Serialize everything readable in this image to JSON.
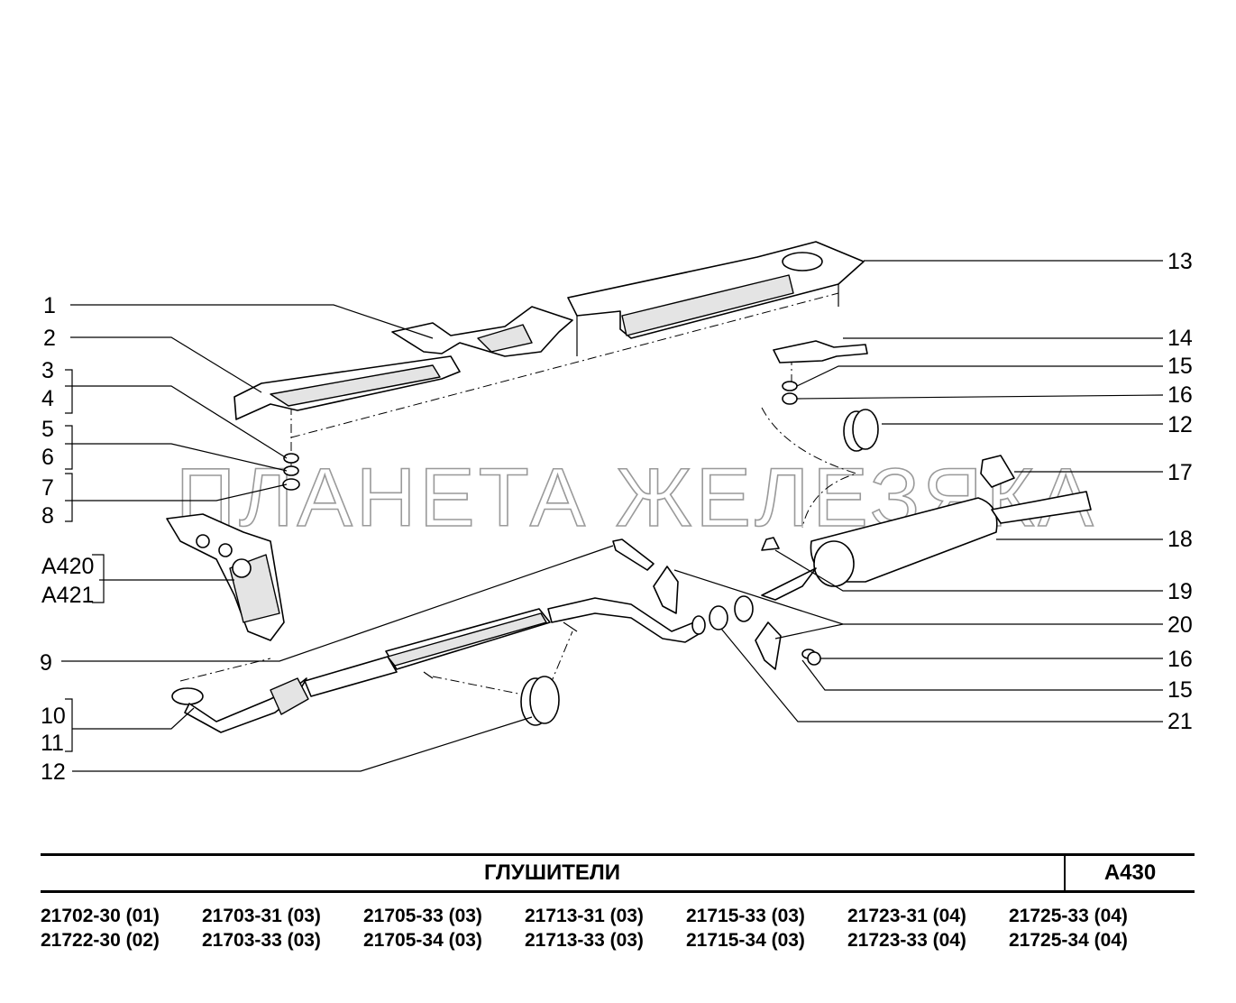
{
  "watermark": "ПЛАНЕТА ЖЕЛЕЗЯКА",
  "callouts": {
    "c1": "1",
    "c2": "2",
    "c3": "3",
    "c4": "4",
    "c5": "5",
    "c6": "6",
    "c7": "7",
    "c8": "8",
    "cA420": "A420",
    "cA421": "A421",
    "c9": "9",
    "c10": "10",
    "c11": "11",
    "c12a": "12",
    "c13": "13",
    "c14": "14",
    "c15a": "15",
    "c16a": "16",
    "c12b": "12",
    "c17": "17",
    "c18": "18",
    "c19": "19",
    "c20": "20",
    "c16b": "16",
    "c15b": "15",
    "c21": "21"
  },
  "title": "ГЛУШИТЕЛИ",
  "code": "A430",
  "models": [
    [
      "21702-30 (01)",
      "21722-30 (02)"
    ],
    [
      "21703-31 (03)",
      "21703-33 (03)"
    ],
    [
      "21705-33 (03)",
      "21705-34 (03)"
    ],
    [
      "21713-31 (03)",
      "21713-33 (03)"
    ],
    [
      "21715-33 (03)",
      "21715-34 (03)"
    ],
    [
      "21723-31 (04)",
      "21723-33 (04)"
    ],
    [
      "21725-33 (04)",
      "21725-34 (04)"
    ]
  ]
}
